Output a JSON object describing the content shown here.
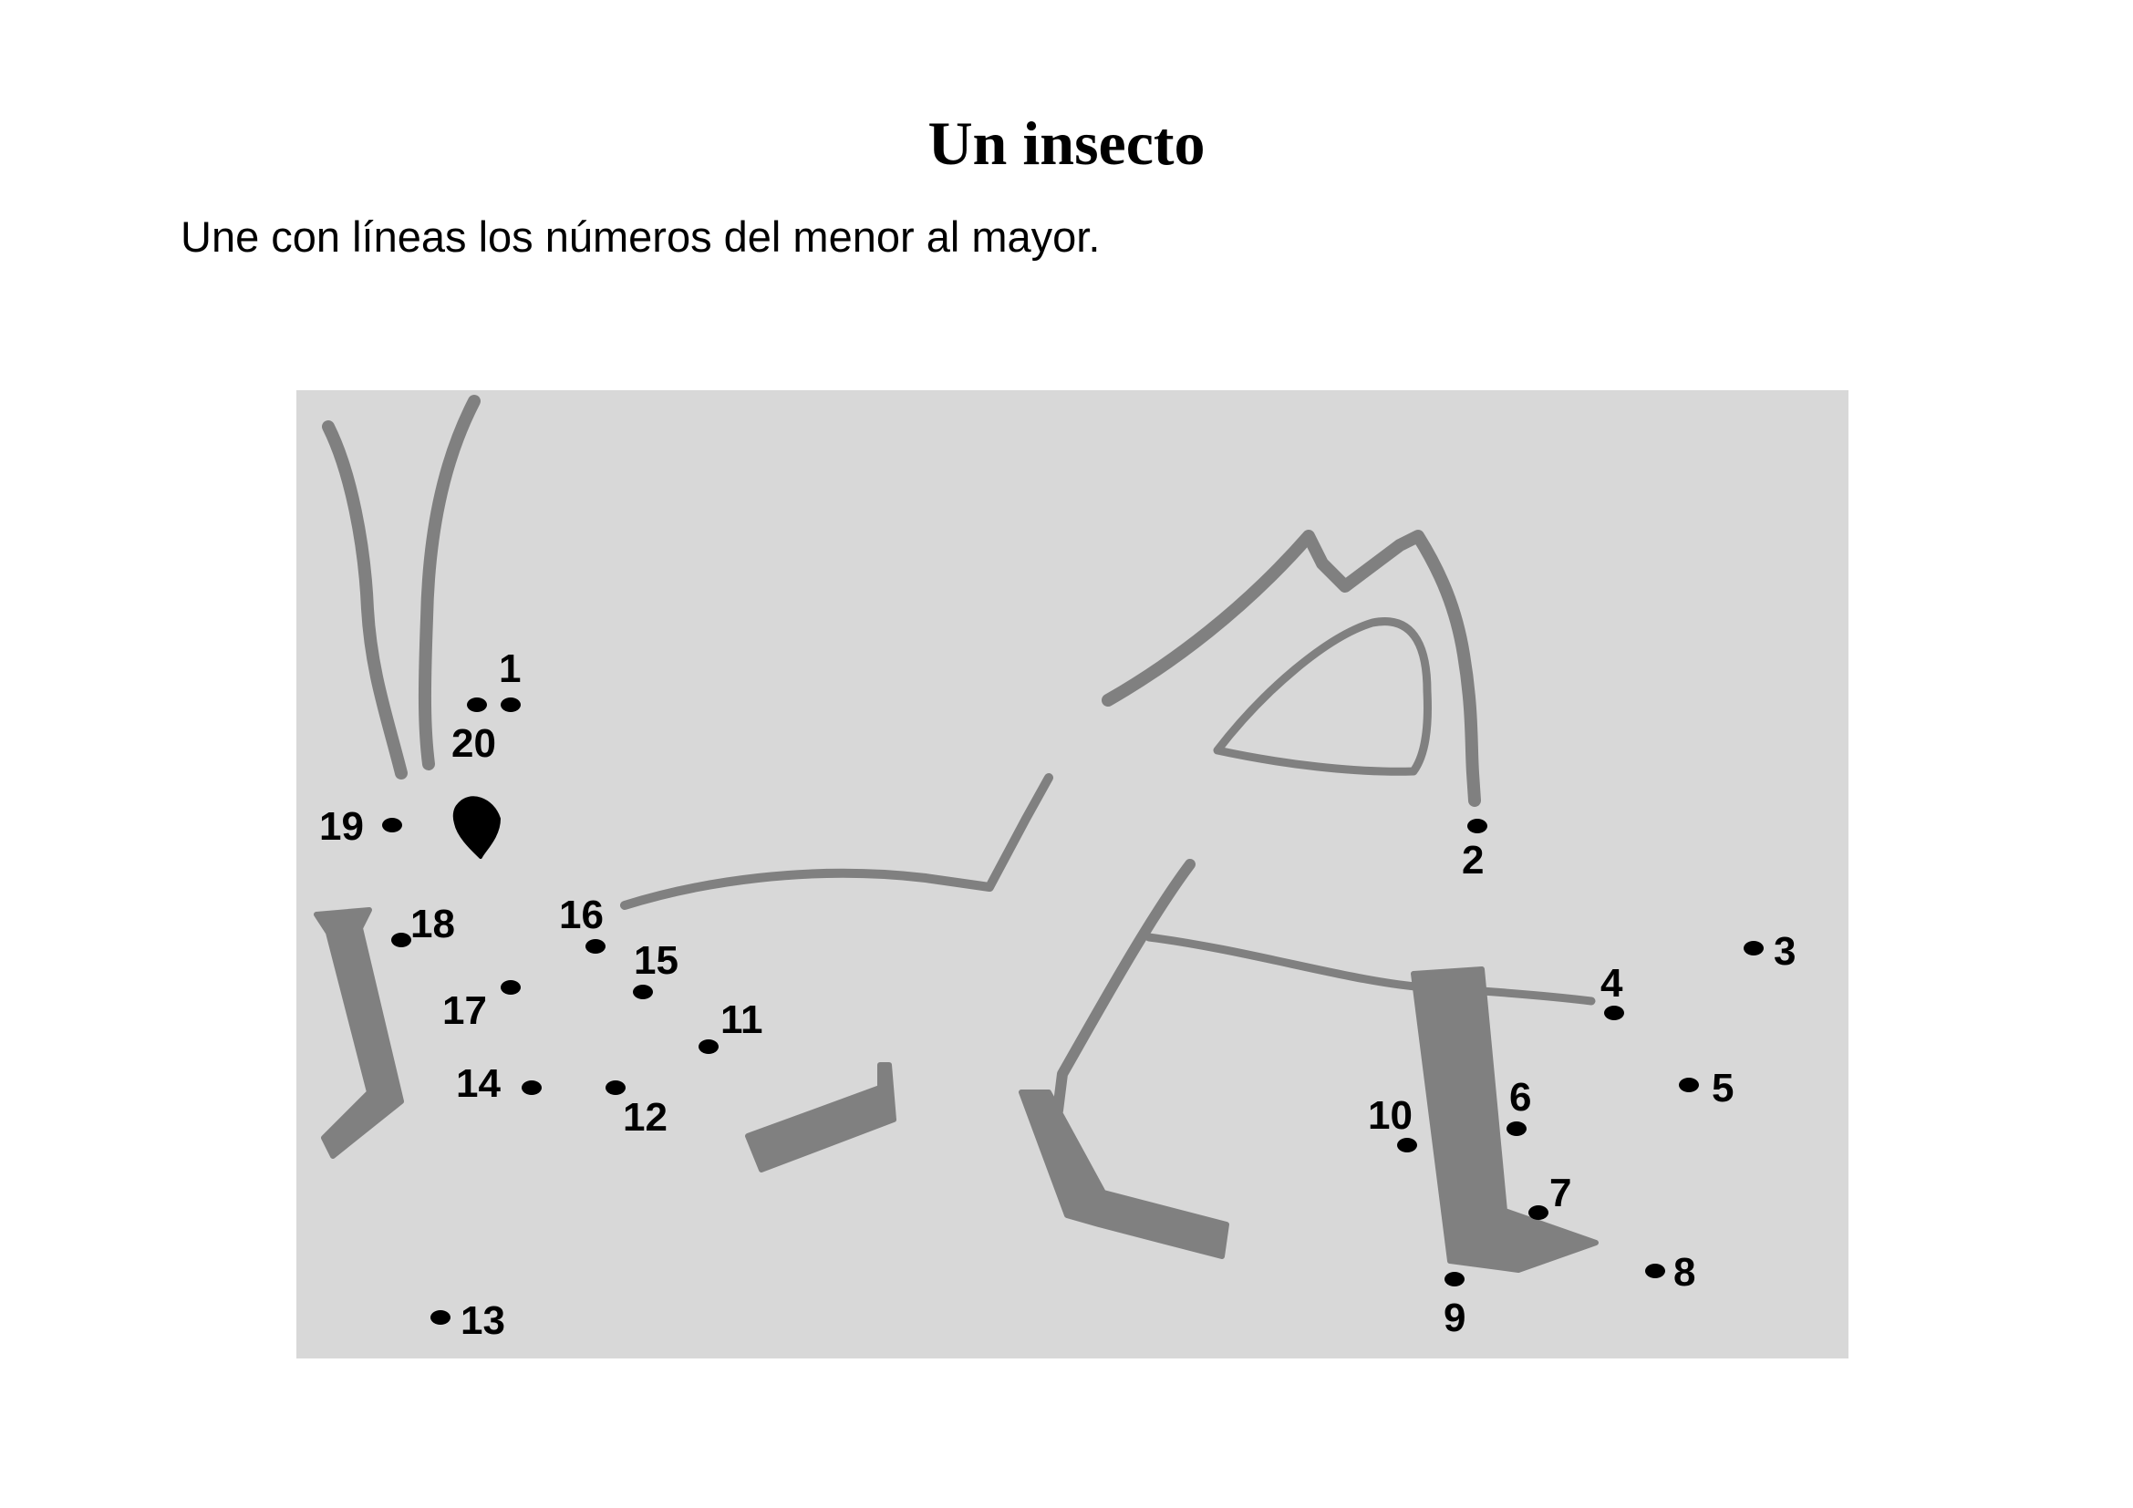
{
  "document": {
    "title": "Un insecto",
    "instruction": "Une con líneas los números del menor al mayor."
  },
  "puzzle": {
    "background_color": "#d8d8d8",
    "outline_color": "#808080",
    "dot_color": "#000000",
    "labels": [
      "1",
      "2",
      "3",
      "4",
      "5",
      "6",
      "7",
      "8",
      "9",
      "10",
      "11",
      "12",
      "13",
      "14",
      "15",
      "16",
      "17",
      "18",
      "19",
      "20"
    ]
  }
}
